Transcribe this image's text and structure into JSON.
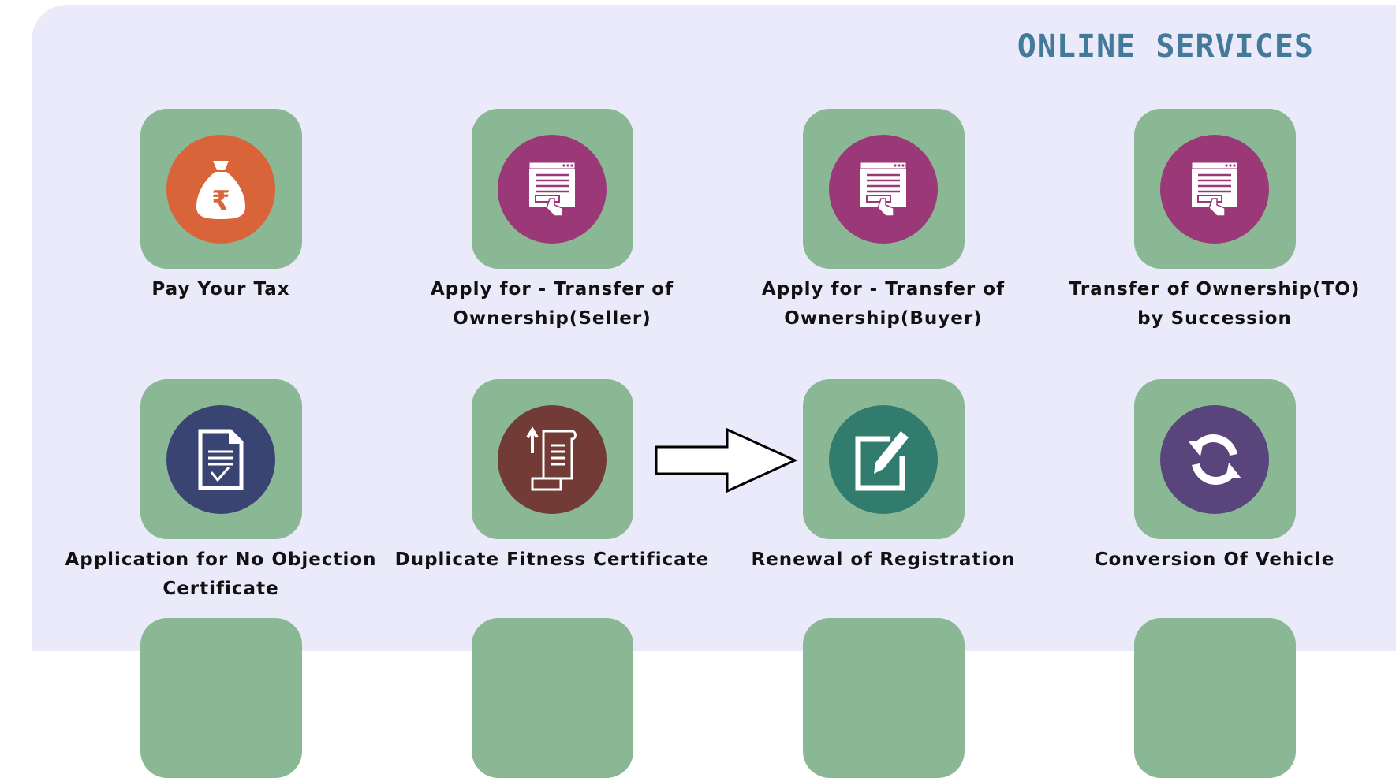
{
  "header": {
    "title": "ONLINE SERVICES"
  },
  "colors": {
    "panel_bg": "#ebeafb",
    "tile_bg": "#8bb894",
    "title": "#447a99"
  },
  "services": [
    {
      "line1": "Pay Your Tax",
      "line2": "",
      "icon": "money-bag-rupee-icon",
      "color": "#d9643a"
    },
    {
      "line1": "Apply for - Transfer of",
      "line2": "Ownership(Seller)",
      "icon": "web-form-click-icon",
      "color": "#9b3878"
    },
    {
      "line1": "Apply for - Transfer of",
      "line2": "Ownership(Buyer)",
      "icon": "web-form-click-icon",
      "color": "#9b3878"
    },
    {
      "line1": "Transfer of Ownership(TO)",
      "line2": "by Succession",
      "icon": "web-form-click-icon",
      "color": "#9b3878"
    },
    {
      "line1": "Application for No Objection",
      "line2": "Certificate",
      "icon": "document-check-icon",
      "color": "#3a4472"
    },
    {
      "line1": "Duplicate Fitness Certificate",
      "line2": "",
      "icon": "scroll-upload-icon",
      "color": "#733b36"
    },
    {
      "line1": "Renewal of Registration",
      "line2": "",
      "icon": "edit-pencil-icon",
      "color": "#327c6f"
    },
    {
      "line1": "Conversion Of Vehicle",
      "line2": "",
      "icon": "refresh-icon",
      "color": "#5a447c"
    }
  ],
  "annotation": {
    "icon": "right-arrow-icon"
  }
}
